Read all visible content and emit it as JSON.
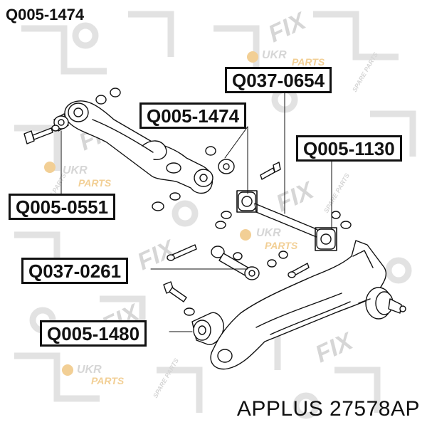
{
  "title": "Q005-1474",
  "brand_label": "APPLUS 27578AP",
  "watermark": {
    "brand_ukr": "UKR",
    "brand_fix": "FIX",
    "brand_parts": "PARTS",
    "brand_spare": "SPARE PARTS",
    "color": "#d9d9d9",
    "accent": "#f0c987"
  },
  "callouts": {
    "arm_bushing_top": "Q005-1474",
    "strut_rod": "Q037-0654",
    "strut_bushing": "Q005-1130",
    "arm_bushing_left": "Q005-0551",
    "link_rod": "Q037-0261",
    "trailing_arm_bushing": "Q005-1480"
  }
}
